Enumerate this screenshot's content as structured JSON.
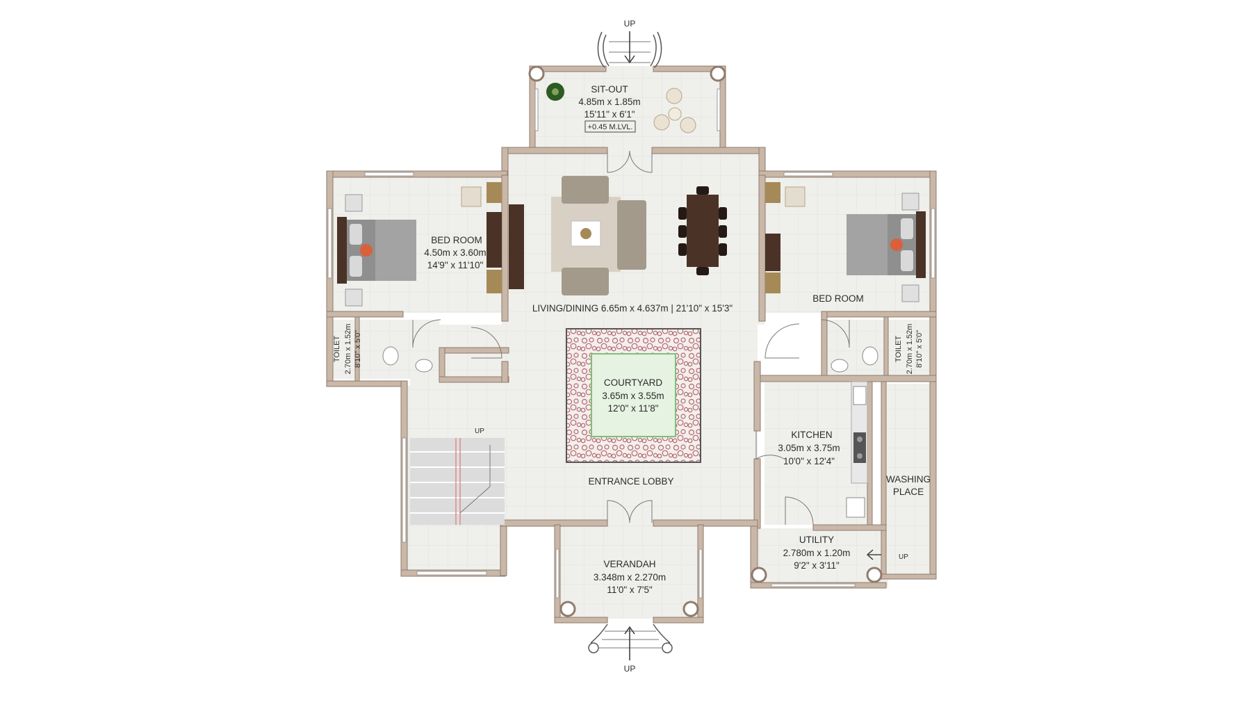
{
  "rooms": {
    "sitout": {
      "name": "SIT-OUT",
      "metric": "4.85m x 1.85m",
      "imperial": "15'11\" x 6'1\"",
      "level": "+0.45 M.LVL."
    },
    "bed_left": {
      "name": "BED ROOM",
      "metric": "4.50m x 3.60m",
      "imperial": "14'9\" x 11'10\""
    },
    "bed_right": {
      "name": "BED ROOM"
    },
    "living": {
      "label": "LIVING/DINING 6.65m x 4.637m | 21'10\" x 15'3\""
    },
    "toilet_left": {
      "name": "TOILET",
      "metric": "2.70m x 1.52m",
      "imperial": "8'10\" x 5'0\""
    },
    "toilet_right": {
      "name": "TOILET",
      "metric": "2.70m x 1.52m",
      "imperial": "8'10\" x 5'0\""
    },
    "courtyard": {
      "name": "COURTYARD",
      "metric": "3.65m x 3.55m",
      "imperial": "12'0\" x 11'8\""
    },
    "kitchen": {
      "name": "KITCHEN",
      "metric": "3.05m x 3.75m",
      "imperial": "10'0\" x 12'4\""
    },
    "washing": {
      "line1": "WASHING",
      "line2": "PLACE"
    },
    "lobby": {
      "name": "ENTRANCE LOBBY"
    },
    "utility": {
      "name": "UTILITY",
      "metric": "2.780m x 1.20m",
      "imperial": "9'2\" x 3'11\""
    },
    "verandah": {
      "name": "VERANDAH",
      "metric": "3.348m x 2.270m",
      "imperial": "11'0\" x 7'5\""
    }
  },
  "markers": {
    "up_top": "UP",
    "up_bottom": "UP",
    "up_stair": "UP",
    "up_utility": "UP"
  },
  "colors": {
    "wall": "#c9b7a8",
    "floor": "#efefeb",
    "courtyard_border": "#b06a6a",
    "lawn": "#e6f2e2",
    "lawn_edge": "#7ec07a",
    "furniture_dark": "#4a3326",
    "sofa": "#a49a8c",
    "bed_grey": "#8f8f8f",
    "pillow_accent": "#d9603b"
  }
}
